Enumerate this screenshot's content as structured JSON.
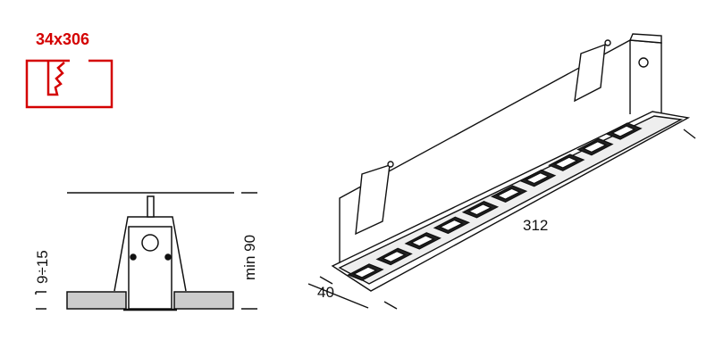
{
  "cutout": {
    "label": "34x306",
    "color": "#d40000"
  },
  "section": {
    "ceiling_thickness": "9÷15",
    "min_height": "min 90"
  },
  "isometric": {
    "length": "312",
    "width": "40",
    "led_count": 10
  }
}
